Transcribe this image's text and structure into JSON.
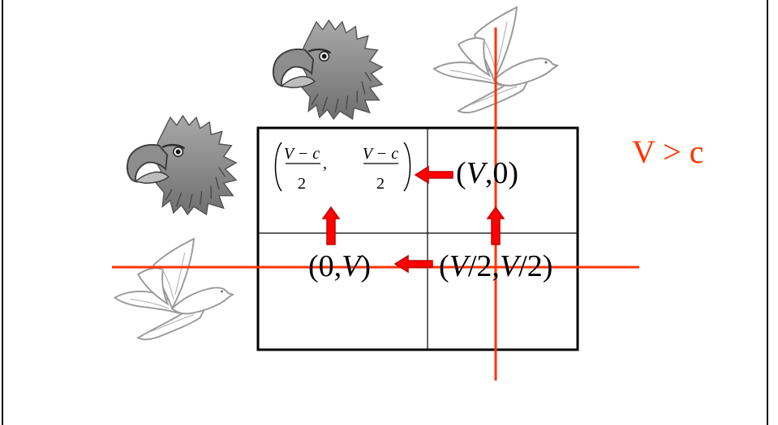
{
  "condition": {
    "text": "V > c",
    "color": "#ff3300"
  },
  "matrix": {
    "cell_tl": {
      "numerator_left": "V − c",
      "denominator_left": "2",
      "numerator_right": "V − c",
      "denominator_right": "2",
      "comma": ","
    },
    "cell_tr": {
      "open": "(",
      "v": "V",
      "rest": ",0)"
    },
    "cell_bl": {
      "open": "(0,",
      "v": "V",
      "close": ")"
    },
    "cell_br": {
      "open": "(",
      "v1": "V",
      "mid": "/2,",
      "v2": "V",
      "close": "/2)"
    }
  },
  "colors": {
    "line": "#ff3300",
    "arrow_fill": "#ff0000",
    "arrow_stroke": "#c00000",
    "grid": "#000000",
    "bird_stroke": "#9a9a9a"
  },
  "icons": [
    "hawk-head-icon",
    "hawk-head-icon",
    "dove-icon",
    "dove-icon"
  ]
}
